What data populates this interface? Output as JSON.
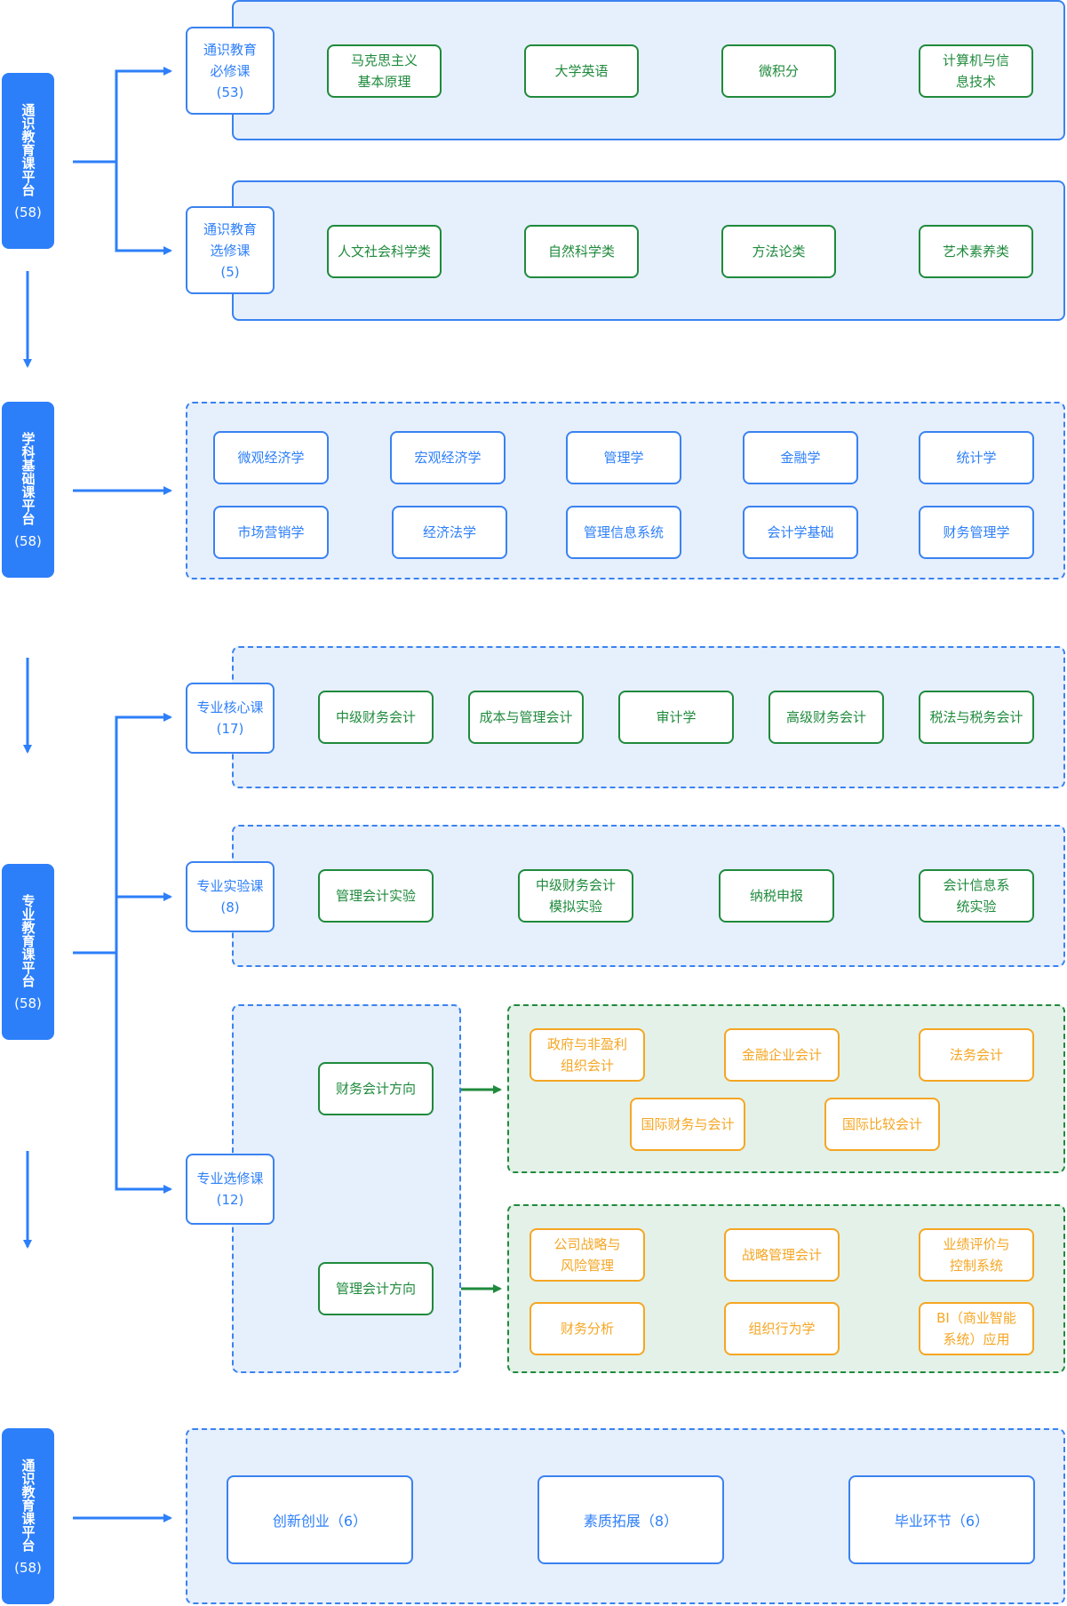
{
  "platforms": {
    "general": {
      "name": "通识教育课平台",
      "count": "(58)"
    },
    "foundation": {
      "name": "学科基础课平台",
      "count": "(58)"
    },
    "professional": {
      "name": "专业教育课平台",
      "count": "(58)"
    },
    "general2": {
      "name": "通识教育课平台",
      "count": "(58)"
    }
  },
  "general": {
    "required": {
      "label_line1": "通识教育",
      "label_line2": "必修课",
      "label_line3": "(53)",
      "courses": [
        {
          "line1": "马克思主义",
          "line2": "基本原理"
        },
        {
          "line1": "大学英语",
          "line2": ""
        },
        {
          "line1": "微积分",
          "line2": ""
        },
        {
          "line1": "计算机与信",
          "line2": "息技术"
        }
      ]
    },
    "elective": {
      "label_line1": "通识教育",
      "label_line2": "选修课",
      "label_line3": "(5)",
      "courses": [
        "人文社会科学类",
        "自然科学类",
        "方法论类",
        "艺术素养类"
      ]
    }
  },
  "foundation": {
    "row1": [
      "微观经济学",
      "宏观经济学",
      "管理学",
      "金融学",
      "统计学"
    ],
    "row2": [
      "市场营销学",
      "经济法学",
      "管理信息系统",
      "会计学基础",
      "财务管理学"
    ]
  },
  "professional": {
    "core": {
      "label_line1": "专业核心课",
      "label_line2": "(17)",
      "courses": [
        "中级财务会计",
        "成本与管理会计",
        "审计学",
        "高级财务会计",
        "税法与税务会计"
      ]
    },
    "experiment": {
      "label_line1": "专业实验课",
      "label_line2": "(8)",
      "courses": [
        {
          "line1": "管理会计实验",
          "line2": ""
        },
        {
          "line1": "中级财务会计",
          "line2": "模拟实验"
        },
        {
          "line1": "纳税申报",
          "line2": ""
        },
        {
          "line1": "会计信息系",
          "line2": "统实验"
        }
      ]
    },
    "elective": {
      "label_line1": "专业选修课",
      "label_line2": "(12)",
      "financial": {
        "name": "财务会计方向",
        "courses": [
          {
            "line1": "政府与非盈利",
            "line2": "组织会计"
          },
          {
            "line1": "金融企业会计",
            "line2": ""
          },
          {
            "line1": "法务会计",
            "line2": ""
          },
          {
            "line1": "国际财务与会计",
            "line2": ""
          },
          {
            "line1": "国际比较会计",
            "line2": ""
          }
        ]
      },
      "management": {
        "name": "管理会计方向",
        "courses": [
          {
            "line1": "公司战略与",
            "line2": "风险管理"
          },
          {
            "line1": "战略管理会计",
            "line2": ""
          },
          {
            "line1": "业绩评价与",
            "line2": "控制系统"
          },
          {
            "line1": "财务分析",
            "line2": ""
          },
          {
            "line1": "组织行为学",
            "line2": ""
          },
          {
            "line1": "BI（商业智能",
            "line2": "系统）应用"
          }
        ]
      }
    }
  },
  "general2": {
    "items": [
      "创新创业（6）",
      "素质拓展（8）",
      "毕业环节（6）"
    ]
  },
  "colors": {
    "blue": "#2d7ff9",
    "green": "#1f8a3c",
    "orange": "#f5a623",
    "panel": "#e6effc",
    "greenpanel": "#e3f1e8"
  }
}
